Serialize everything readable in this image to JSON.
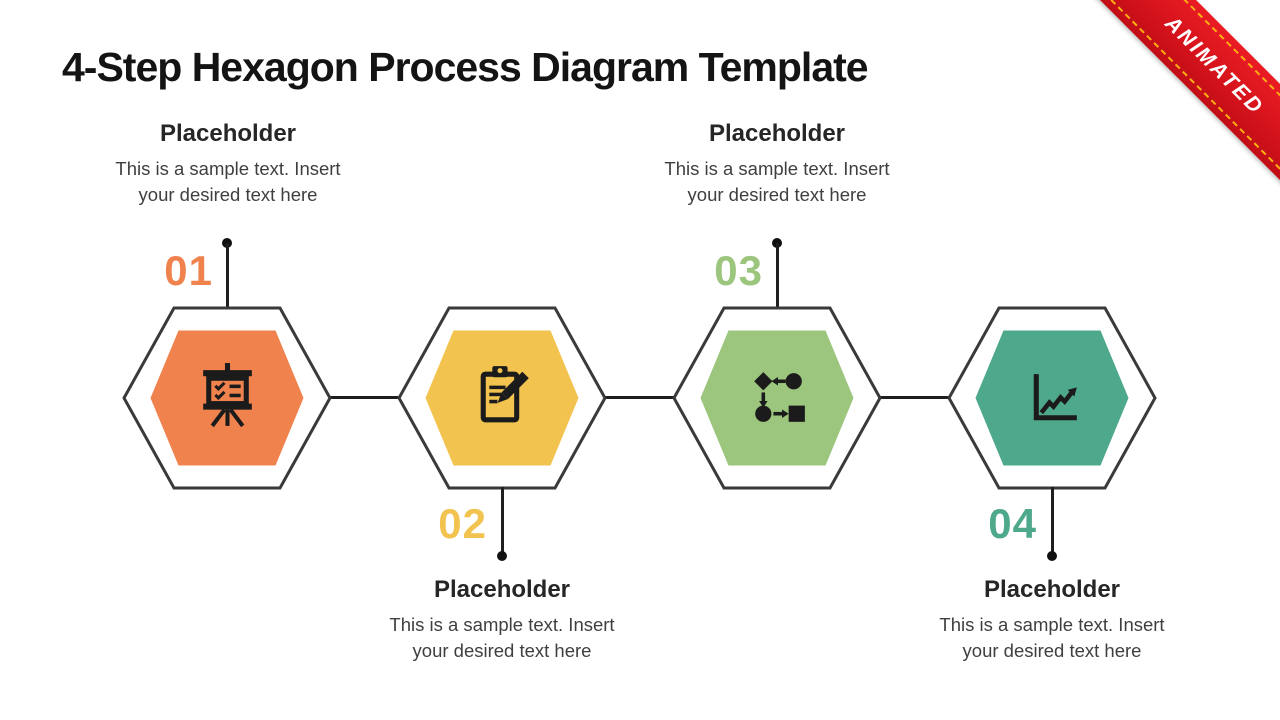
{
  "slide": {
    "title": "4-Step Hexagon Process Diagram Template",
    "background_color": "#FFFFFF",
    "ribbon": {
      "label": "ANIMATED",
      "color": "#D6131C",
      "color_light": "#EA1C24",
      "color_dark": "#C00E16",
      "stitch_color": "#FFAF14",
      "text_color": "#FFFFFF"
    },
    "hexagon_style": {
      "outline_color": "#3A3A3A",
      "icon_color": "#1B1B1B",
      "connector_color": "#1F1F1F"
    }
  },
  "steps": [
    {
      "number": "01",
      "color": "#F0824E",
      "icon": "presentation-board-icon",
      "title": "Placeholder",
      "body_lines": [
        "This is a sample text. Insert",
        "your desired text here"
      ],
      "label_position": "top"
    },
    {
      "number": "02",
      "color": "#F2C34F",
      "icon": "clipboard-pencil-icon",
      "title": "Placeholder",
      "body_lines": [
        "This is a sample text. Insert",
        "your desired text here"
      ],
      "label_position": "bottom"
    },
    {
      "number": "03",
      "color": "#9CC57E",
      "icon": "flowchart-icon",
      "title": "Placeholder",
      "body_lines": [
        "This is a sample text. Insert",
        "your desired text here"
      ],
      "label_position": "top"
    },
    {
      "number": "04",
      "color": "#4EA88C",
      "icon": "growth-chart-icon",
      "title": "Placeholder",
      "body_lines": [
        "This is a sample text. Insert",
        "your desired text here"
      ],
      "label_position": "bottom"
    }
  ]
}
